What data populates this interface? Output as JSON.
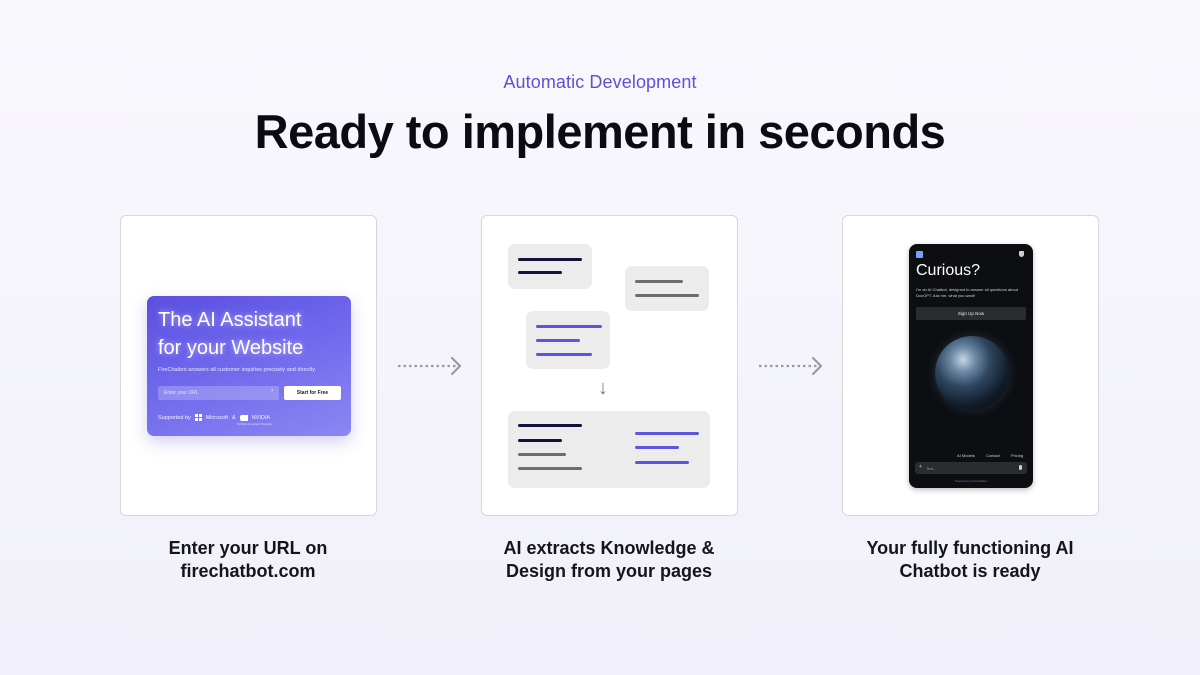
{
  "header": {
    "eyebrow": "Automatic Development",
    "title": "Ready to implement in seconds"
  },
  "steps": [
    {
      "caption_line1": "Enter your URL on",
      "caption_line2": "firechatbot.com",
      "hero": {
        "title_line1": "The AI Assistant",
        "title_line2": "for your Website",
        "subtitle": "FireChatbot answers all customer inquiries precisely and directly.",
        "input_placeholder": "Enter your URL",
        "cta_label": "Start for Free",
        "supported_label": "Supported by",
        "partner1": "Microsoft",
        "amp": "&",
        "partner2": "NVIDIA",
        "partner2_note": "NVIDIA Inception Program"
      }
    },
    {
      "caption_line1": "AI extracts Knowledge &",
      "caption_line2": "Design from your pages",
      "arrow_glyph": "↓"
    },
    {
      "caption_line1": "Your fully functioning AI",
      "caption_line2": "Chatbot is ready",
      "phone": {
        "title": "Curious?",
        "description": "I'm an AI Chatbot, designed to answer all questions about DocGPT. Ask me, what you want!",
        "button": "Sign Up Now",
        "nav": [
          "AI Models",
          "Contact",
          "Pricing"
        ],
        "input_plus": "+",
        "input_placeholder": "Text...",
        "footer": "Powered by FireChatbot"
      }
    }
  ],
  "colors": {
    "accent": "#5b52d6",
    "hero_gradient_start": "#5b4fe0",
    "hero_gradient_end": "#8b87f3",
    "arrow": "#9a98a8"
  }
}
